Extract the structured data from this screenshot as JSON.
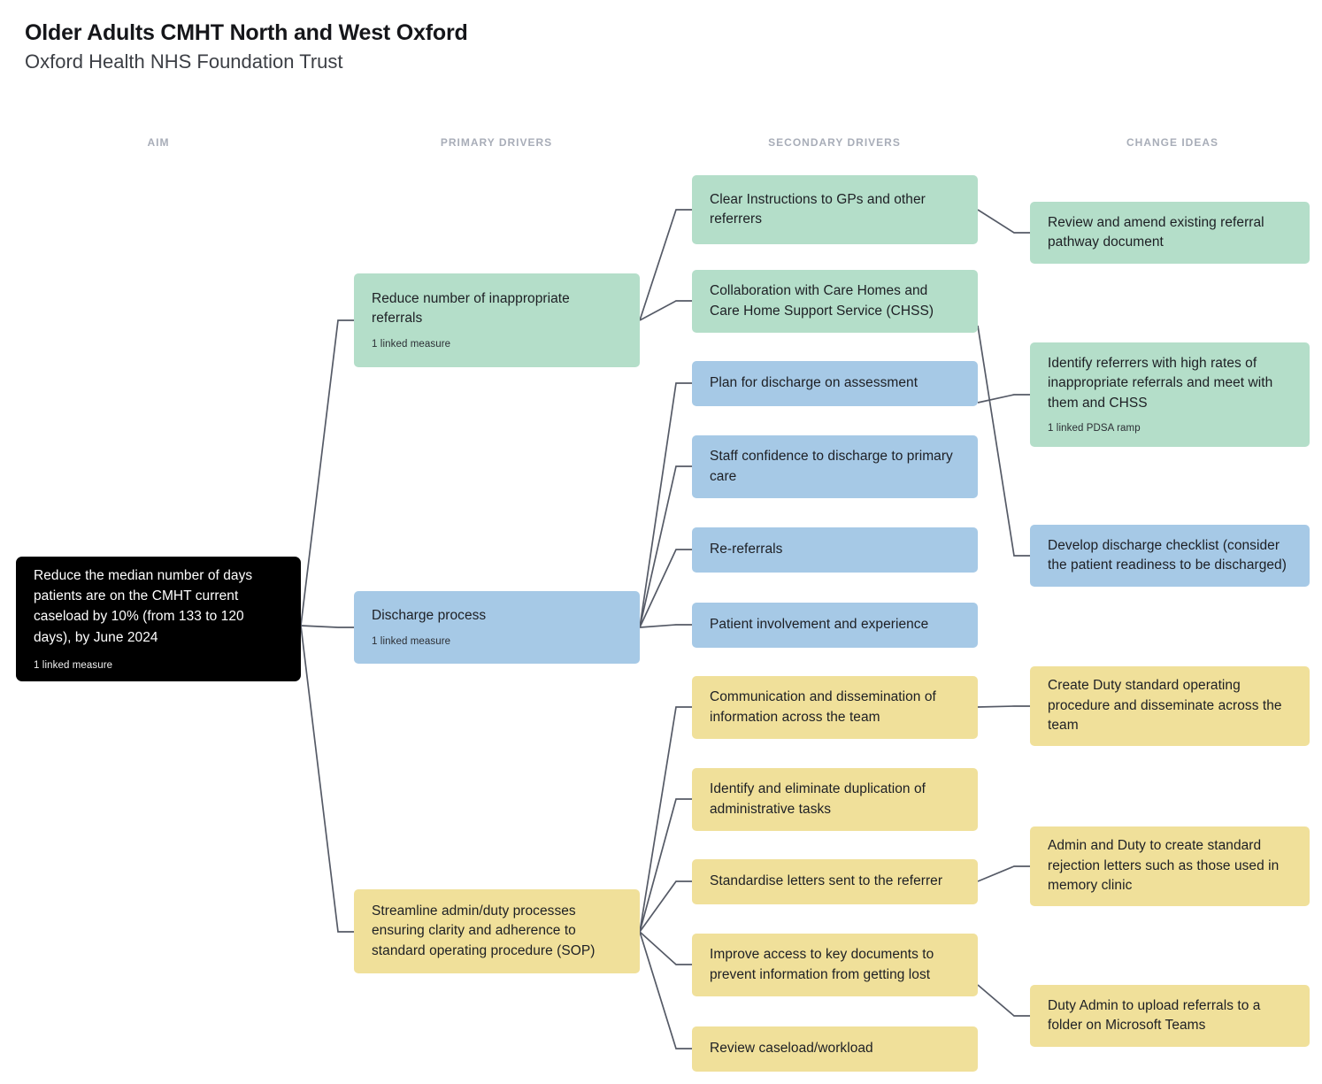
{
  "header": {
    "title": "Older Adults CMHT North and West Oxford",
    "subtitle": "Oxford Health NHS Foundation Trust"
  },
  "columns": [
    {
      "label": "AIM"
    },
    {
      "label": "PRIMARY DRIVERS"
    },
    {
      "label": "SECONDARY DRIVERS"
    },
    {
      "label": "CHANGE IDEAS"
    }
  ],
  "colors": {
    "green": "#b4dec9",
    "blue": "#a6c9e6",
    "yellow": "#f0e09a",
    "aim": "#000000",
    "connector": "#555a66",
    "column_header": "#a8adb8"
  },
  "aim": {
    "text": "Reduce the median number of days patients are on the CMHT current caseload by 10% (from 133 to 120 days), by June 2024",
    "meta": "1 linked measure"
  },
  "primary_drivers": [
    {
      "text": "Reduce number of inappropriate referrals",
      "meta": "1 linked measure",
      "color": "green"
    },
    {
      "text": "Discharge process",
      "meta": "1 linked measure",
      "color": "blue"
    },
    {
      "text": "Streamline admin/duty processes ensuring clarity and adherence to standard operating procedure (SOP)",
      "meta": "",
      "color": "yellow"
    }
  ],
  "secondary_drivers": [
    {
      "text": "Clear Instructions to GPs and other referrers",
      "meta": "",
      "color": "green"
    },
    {
      "text": "Collaboration with Care Homes and Care Home Support Service (CHSS)",
      "meta": "",
      "color": "green"
    },
    {
      "text": "Plan for discharge on assessment",
      "meta": "",
      "color": "blue"
    },
    {
      "text": "Staff confidence to discharge to primary care",
      "meta": "",
      "color": "blue"
    },
    {
      "text": "Re-referrals",
      "meta": "",
      "color": "blue"
    },
    {
      "text": "Patient involvement and experience",
      "meta": "",
      "color": "blue"
    },
    {
      "text": "Communication and dissemination of information across the team",
      "meta": "",
      "color": "yellow"
    },
    {
      "text": "Identify and eliminate duplication of administrative tasks",
      "meta": "",
      "color": "yellow"
    },
    {
      "text": "Standardise letters sent to the referrer",
      "meta": "",
      "color": "yellow"
    },
    {
      "text": "Improve access to key documents to prevent information from getting lost",
      "meta": "",
      "color": "yellow"
    },
    {
      "text": "Review caseload/workload",
      "meta": "",
      "color": "yellow"
    }
  ],
  "change_ideas": [
    {
      "text": "Review and amend existing referral pathway document",
      "meta": "",
      "color": "green"
    },
    {
      "text": "Identify referrers with high rates of inappropriate referrals and meet with them and CHSS",
      "meta": "1 linked PDSA ramp",
      "color": "green"
    },
    {
      "text": "Develop discharge checklist (consider the patient readiness to be discharged)",
      "meta": "",
      "color": "blue"
    },
    {
      "text": "Create Duty standard operating procedure and disseminate across the team",
      "meta": "",
      "color": "yellow"
    },
    {
      "text": "Admin and Duty to create standard rejection letters such as those used in memory clinic",
      "meta": "",
      "color": "yellow"
    },
    {
      "text": "Duty Admin to upload referrals to a folder on Microsoft Teams",
      "meta": "",
      "color": "yellow"
    }
  ]
}
